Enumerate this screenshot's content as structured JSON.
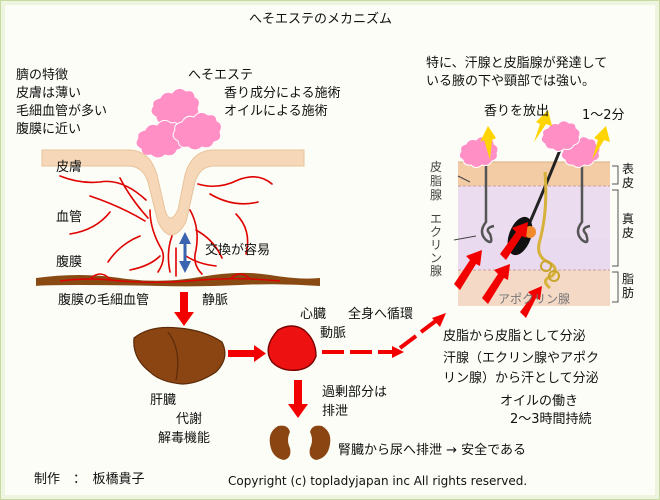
{
  "title": "へそエステのメカニズム",
  "navel_features": {
    "heading": "臍の特徴",
    "lines": [
      "皮膚は薄い",
      "毛細血管が多い",
      "腹膜に近い"
    ]
  },
  "treatment": {
    "heading": "へそエステ",
    "lines": [
      "香り成分による施術",
      "オイルによる施術"
    ]
  },
  "labels": {
    "skin": "皮膚",
    "blood_vessel": "血管",
    "peritoneum": "腹膜",
    "exchange": "交換が容易",
    "peritoneal_capillaries": "腹膜の毛細血管",
    "vein": "静脈",
    "heart": "心臓",
    "circulation": "全身へ循環",
    "artery": "動脈",
    "liver": "肝臓",
    "metabolism": "代謝",
    "detox": "解毒機能",
    "excess": "過剰部分は",
    "excretion": "排泄",
    "kidney_note": "腎臓から尿へ排泄 → 安全である"
  },
  "skin_panel": {
    "note_line1": "特に、汗腺と皮脂腺が発達して",
    "note_line2": "いる腋の下や頸部では強い。",
    "release": "香りを放出",
    "time_short": "1～2分",
    "sebaceous_gland": "皮脂腺",
    "eccrine_gland": "エクリン腺",
    "apocrine_gland": "アポクリン腺",
    "layer_epidermis": "表皮",
    "layer_dermis": "真皮",
    "layer_fat": "脂肪",
    "secretion_line1": "皮脂から皮脂として分泌",
    "secretion_line2": "汗腺（エクリン腺やアポク",
    "secretion_line3": "リン腺）から汗として分泌",
    "oil_line1": "オイルの働き",
    "oil_line2": "2～3時間持続"
  },
  "footer": {
    "author": "制作　：　板橋貴子",
    "copyright": "Copyright (c) topladyjapan inc All rights reserved."
  },
  "colors": {
    "vessel_red": "#e00000",
    "arrow_red": "#f20000",
    "organ_brown": "#8b4513",
    "heart_red": "#ee1111",
    "aroma_pink": "#ff8fc4",
    "skin_beige": "#f6d8b8",
    "peritoneum_brown": "#8a4a14",
    "exchange_blue": "#3a64b0"
  }
}
